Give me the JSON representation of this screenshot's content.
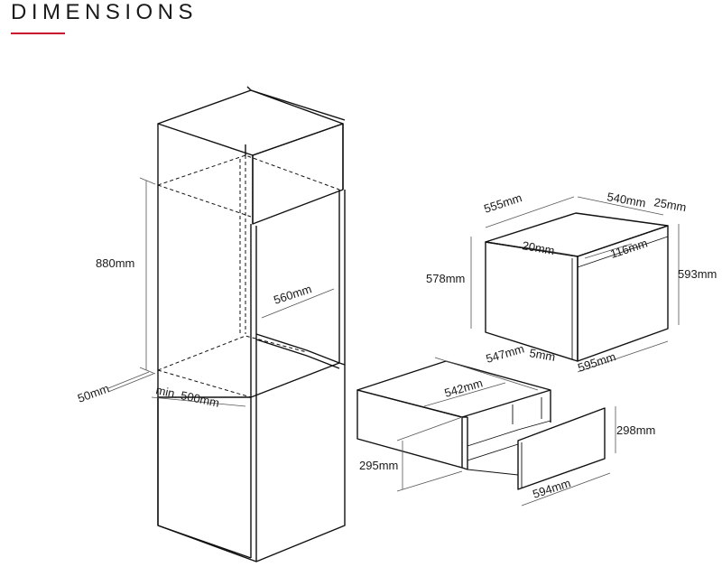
{
  "title": "DIMENSIONS",
  "colors": {
    "accent": "#c8102e",
    "line": "#111111"
  },
  "labels": {
    "h880": "880mm",
    "w560": "560mm",
    "d50": "50mm",
    "min500": "min. 500mm",
    "oven_d555": "555mm",
    "oven_w540": "540mm",
    "oven_25": "25mm",
    "oven_20": "20mm",
    "oven_116": "116mm",
    "oven_h578": "578mm",
    "oven_h593": "593mm",
    "oven_5": "5mm",
    "oven_w595": "595mm",
    "drawer_547": "547mm",
    "drawer_542": "542mm",
    "drawer_298": "298mm",
    "drawer_295": "295mm",
    "drawer_594": "594mm"
  }
}
